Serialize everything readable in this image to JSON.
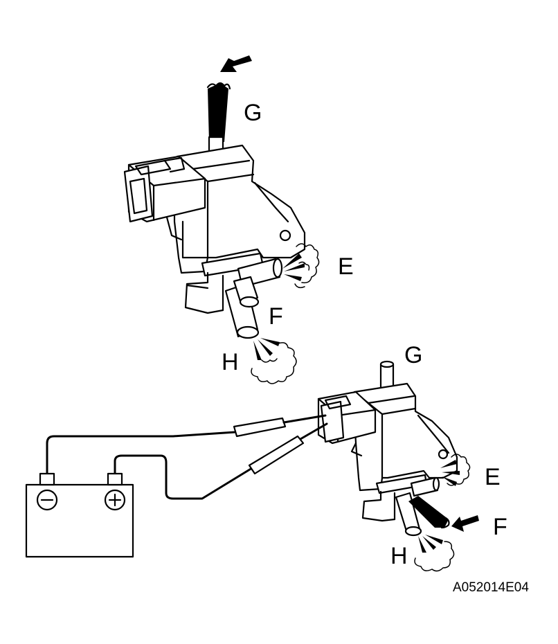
{
  "labels": {
    "top_valve": {
      "g": "G",
      "e": "E",
      "f": "F",
      "h": "H"
    },
    "bottom_valve": {
      "g": "G",
      "e": "E",
      "f": "F",
      "h": "H"
    }
  },
  "battery": {
    "negative_symbol": "−",
    "positive_symbol": "+"
  },
  "figure_code": "A052014E04",
  "colors": {
    "ink": "#000000",
    "background": "#ffffff"
  }
}
